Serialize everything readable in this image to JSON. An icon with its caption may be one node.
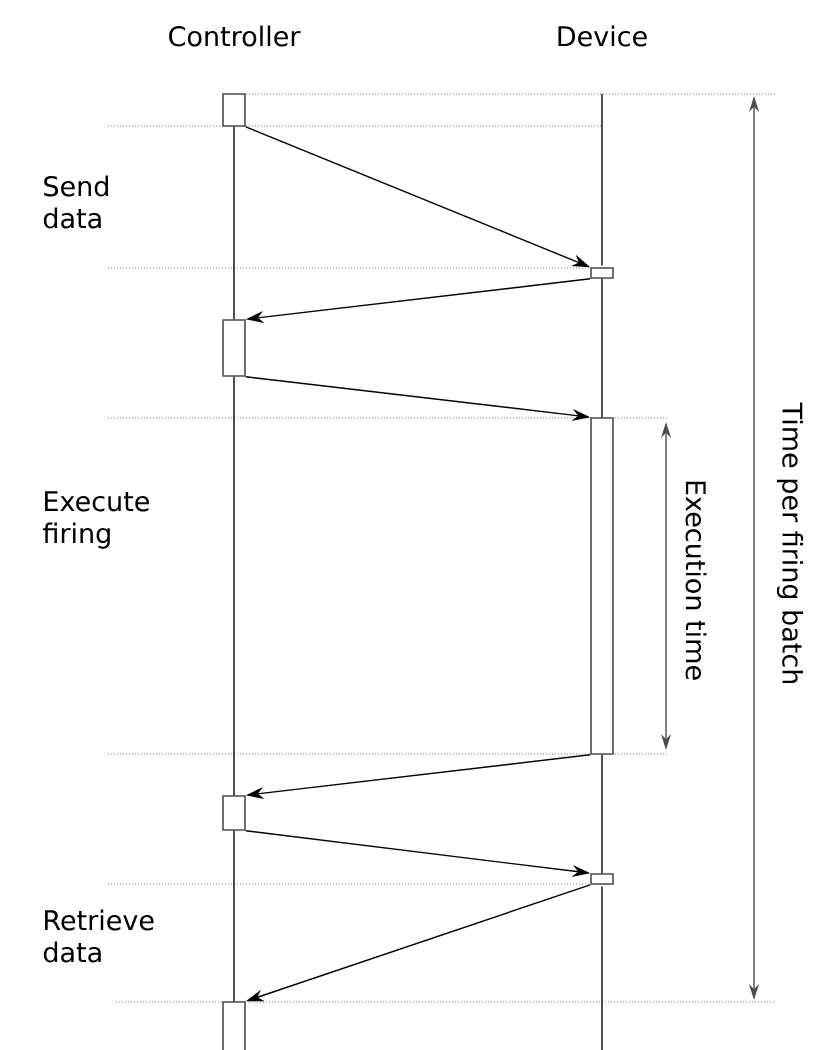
{
  "diagram": {
    "nodes": [
      {
        "text": [],
        "shape": "bar"
      },
      {
        "text": [],
        "shape": "bar"
      },
      {
        "text": [],
        "shape": "bar"
      },
      {
        "text": [],
        "shape": "bar"
      },
      {
        "text": [],
        "shape": "bar"
      },
      {
        "text": [],
        "shape": "bar"
      },
      {
        "text": [],
        "shape": "bar"
      }
    ],
    "edges": [
      {
        "from": 0,
        "to": 1,
        "arrow": "to"
      },
      {
        "from": 1,
        "to": 2,
        "arrow": "to"
      },
      {
        "from": 2,
        "to": 3,
        "arrow": "to"
      },
      {
        "from": 3,
        "to": 4,
        "arrow": "to"
      },
      {
        "from": 4,
        "to": 5,
        "arrow": "to"
      },
      {
        "from": 5,
        "to": 6,
        "arrow": "to"
      },
      {
        "from": 0,
        "to": 2,
        "arrow": "none"
      },
      {
        "from": 2,
        "to": 4,
        "arrow": "none"
      },
      {
        "from": 4,
        "to": 6,
        "arrow": "none"
      },
      {
        "from": 1,
        "to": 3,
        "arrow": "none"
      },
      {
        "from": 3,
        "to": 5,
        "arrow": "none"
      }
    ],
    "labels": [
      "Controller",
      "Device",
      "Send data",
      "Execute firing",
      "Execution time",
      "Retrieve data",
      "Time per firing batch"
    ]
  }
}
